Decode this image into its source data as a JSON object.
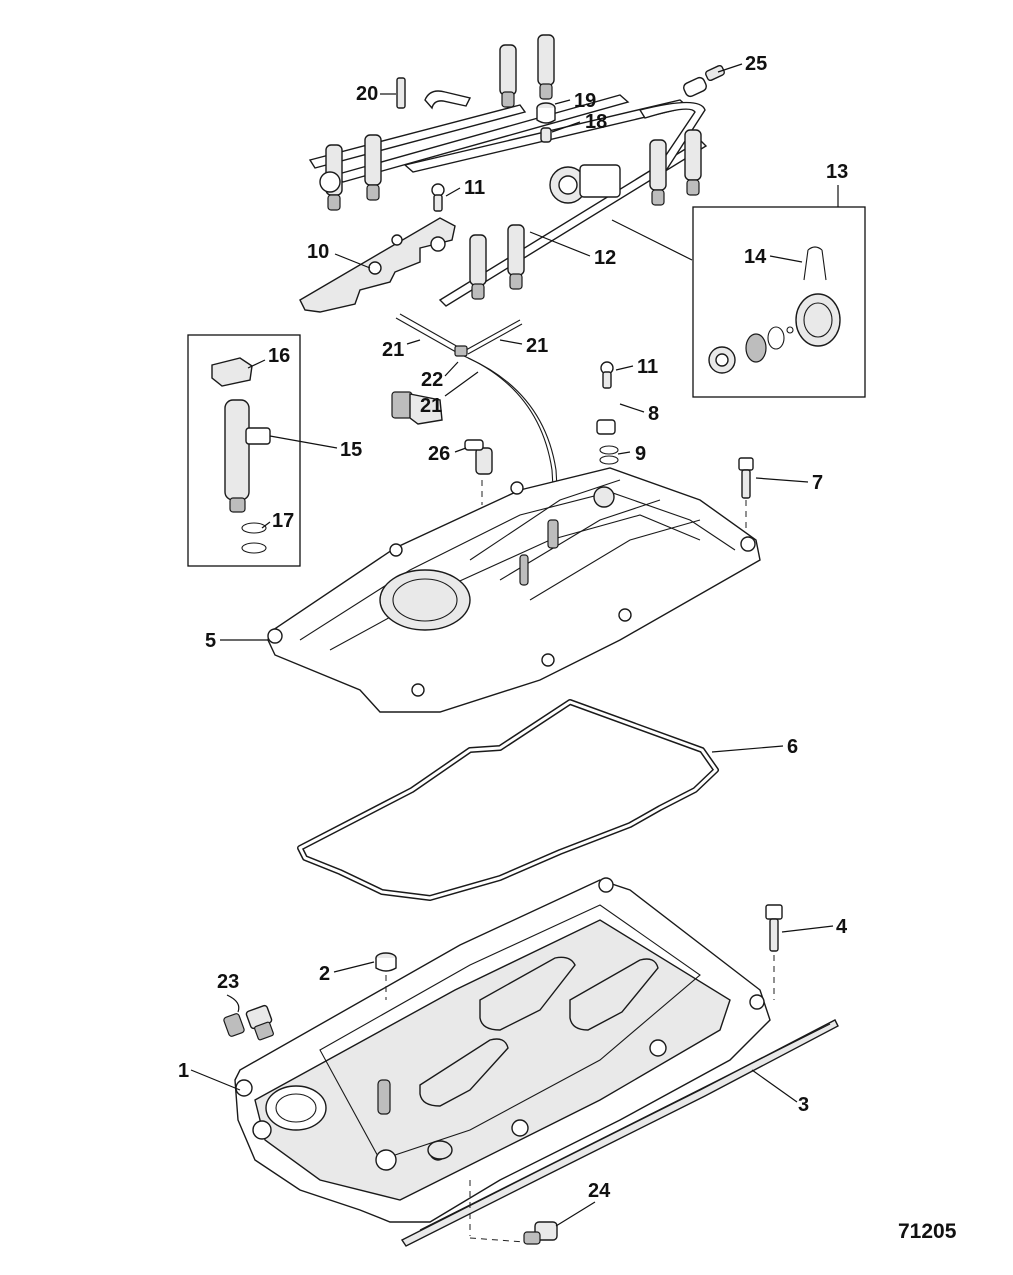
{
  "figure_id": "71205",
  "callouts": {
    "c1": "1",
    "c2": "2",
    "c3": "3",
    "c4": "4",
    "c5": "5",
    "c6": "6",
    "c7": "7",
    "c8": "8",
    "c9": "9",
    "c10": "10",
    "c11a": "11",
    "c11b": "11",
    "c12": "12",
    "c13": "13",
    "c14": "14",
    "c15": "15",
    "c16": "16",
    "c17": "17",
    "c18": "18",
    "c19": "19",
    "c20": "20",
    "c21a": "21",
    "c21b": "21",
    "c21c": "21",
    "c22": "22",
    "c23": "23",
    "c24": "24",
    "c25": "25",
    "c26": "26"
  }
}
